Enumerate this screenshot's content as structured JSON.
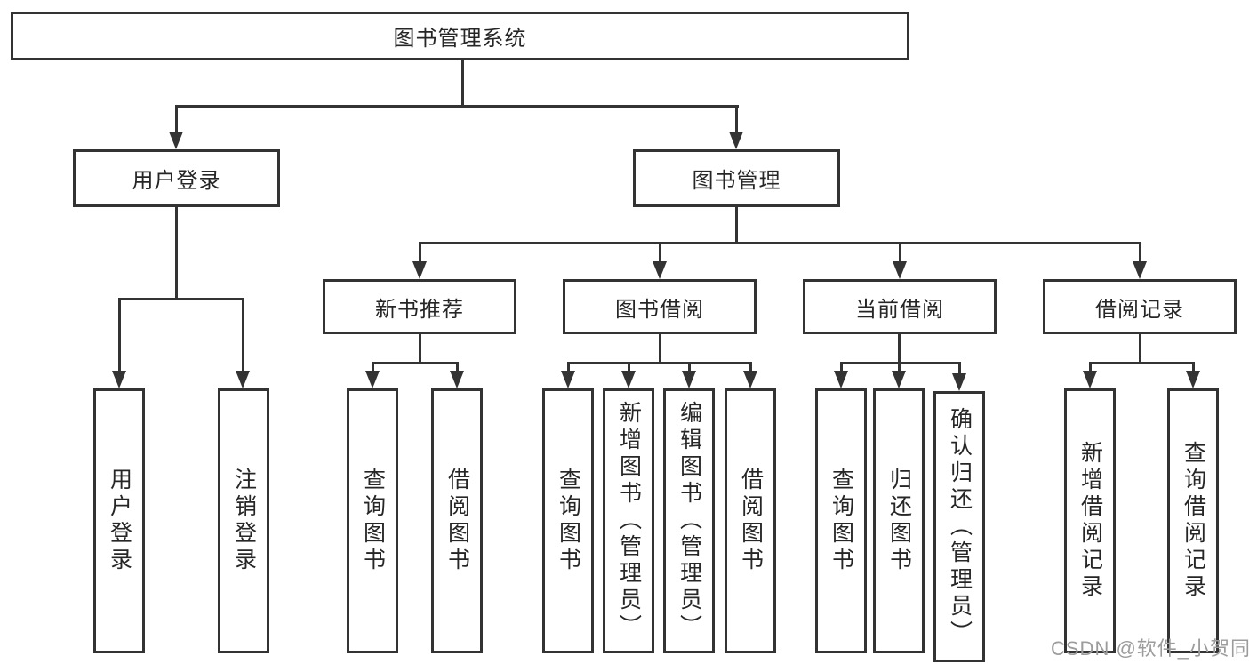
{
  "tree": {
    "root": "图书管理系统",
    "user_login": {
      "label": "用户登录",
      "children": [
        "用户登录",
        "注销登录"
      ]
    },
    "book_mgmt": {
      "label": "图书管理",
      "groups": [
        {
          "label": "新书推荐",
          "children": [
            "查询图书",
            "借阅图书"
          ]
        },
        {
          "label": "图书借阅",
          "children": [
            "查询图书",
            "新增图书（管理员）",
            "编辑图书（管理员）",
            "借阅图书"
          ]
        },
        {
          "label": "当前借阅",
          "children": [
            "查询图书",
            "归还图书",
            "确认归还（管理员）"
          ]
        },
        {
          "label": "借阅记录",
          "children": [
            "新增借阅记录",
            "查询借阅记录"
          ]
        }
      ]
    }
  },
  "watermark": "CSDN @软件_小贺同学",
  "colors": {
    "line": "#333333",
    "text": "#262626",
    "watermark": "#9c9c9c",
    "background": "#ffffff"
  }
}
